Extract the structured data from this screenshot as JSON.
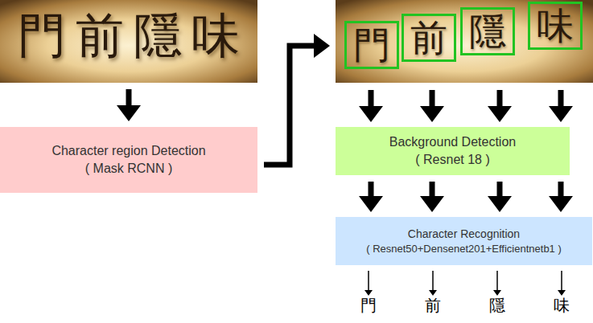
{
  "diagram": {
    "nodes": [
      {
        "text": [
          "門"
        ]
      },
      {
        "text": [
          "前"
        ]
      },
      {
        "text": [
          "隱"
        ]
      },
      {
        "text": [
          "味"
        ]
      },
      {
        "text": [
          "Character region Detection",
          "( Mask RCNN )"
        ]
      },
      {
        "text": [
          "Background Detection",
          "( Resnet 18 )"
        ]
      },
      {
        "text": [
          "Character Recognition",
          "( Resnet50+Densenet201+Efficientnetb1 )"
        ]
      }
    ],
    "edges": [
      {
        "from": 0,
        "to": 5,
        "arrow": "to"
      },
      {
        "from": 1,
        "to": 5,
        "arrow": "to"
      },
      {
        "from": 2,
        "to": 5,
        "arrow": "to"
      },
      {
        "from": 3,
        "to": 5,
        "arrow": "to"
      },
      {
        "from": 5,
        "to": 6,
        "arrow": "to"
      },
      {
        "from": 5,
        "to": 6,
        "arrow": "to"
      },
      {
        "from": 5,
        "to": 6,
        "arrow": "to"
      },
      {
        "from": 5,
        "to": 6,
        "arrow": "to"
      }
    ],
    "labels": [
      "門前隱味",
      "門",
      "前",
      "隱",
      "味"
    ]
  }
}
